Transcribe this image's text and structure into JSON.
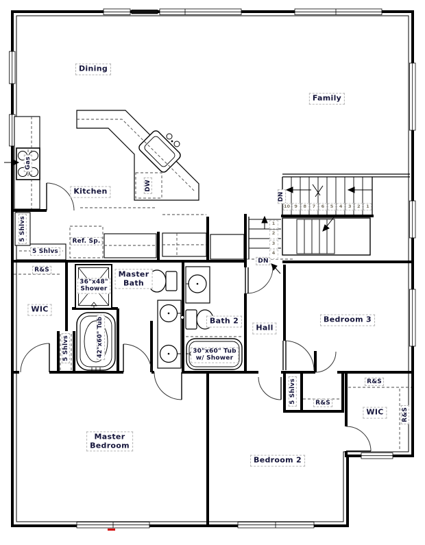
{
  "rooms": {
    "dining": "Dining",
    "family": "Family",
    "kitchen": "Kitchen",
    "master_bath": {
      "line1": "Master",
      "line2": "Bath"
    },
    "master_wic": "WIC",
    "bath2": "Bath 2",
    "hall": "Hall",
    "bedroom3": "Bedroom 3",
    "master_bedroom": {
      "line1": "Master",
      "line2": "Bedroom"
    },
    "bedroom2": "Bedroom 2",
    "bedroom2_wic": "WIC"
  },
  "fixtures": {
    "gas": "Gas",
    "dishwasher": "DW",
    "fridge": "Ref. Sp.",
    "shower": {
      "line1": "36\"x48\"",
      "line2": "Shower"
    },
    "master_tub": "42\"x60\" Tub",
    "bath2_tub": {
      "line1": "30\"x60\" Tub",
      "line2": "w/ Shower"
    }
  },
  "closets": {
    "pantry_tall": "5 Shlvs",
    "pantry_wide": "5 Shlvs",
    "master_linen": "5 Shlvs",
    "hall_linen": "5 Shlvs",
    "hall_rod_shelf": "R&S",
    "master_wic_rod_shelf": "R&S",
    "wic2_rod_shelf_top": "R&S",
    "wic2_rod_shelf_side": "R&S"
  },
  "stairs": {
    "dn_upper": "DN",
    "dn_lower": "DN",
    "upper_steps": [
      "10",
      "9",
      "8",
      "7",
      "6",
      "5",
      "4",
      "3",
      "2",
      "1"
    ],
    "lower_steps": [
      "1",
      "2",
      "3",
      "4"
    ]
  },
  "colors": {
    "wall": "#000000",
    "label_text": "#14143a",
    "step_text": "#7a7466",
    "egress": "#d40000"
  }
}
